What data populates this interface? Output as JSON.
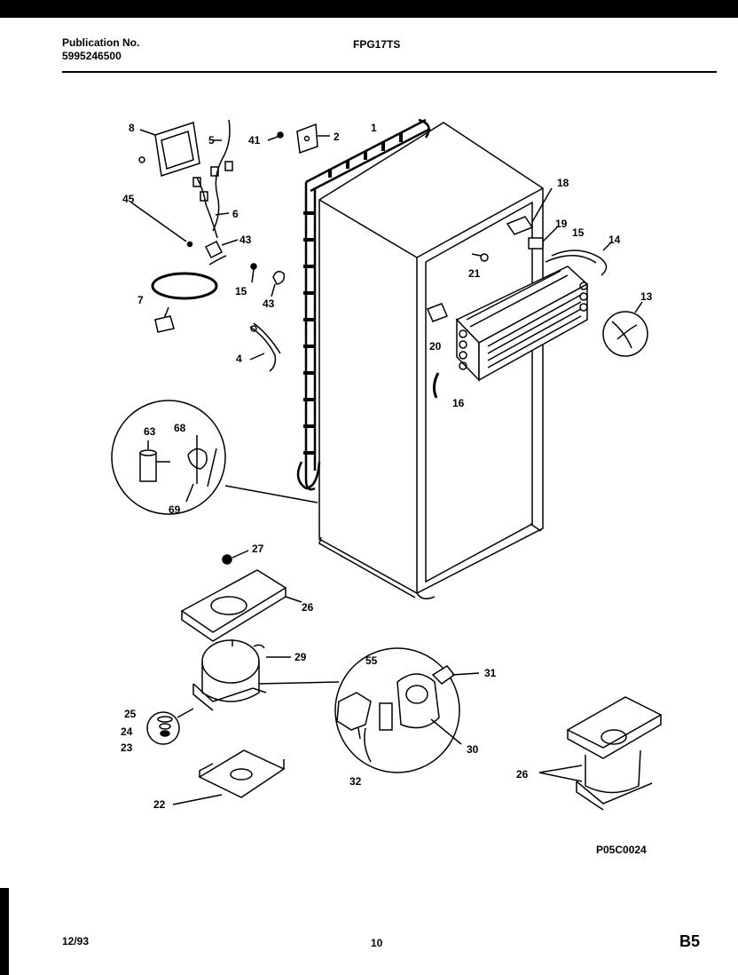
{
  "header": {
    "publication_label": "Publication No.",
    "publication_number": "5995246500",
    "model": "FPG17TS"
  },
  "footer": {
    "date": "12/93",
    "page": "10",
    "section": "B5"
  },
  "figure_code": "P05C0024",
  "callouts": {
    "c1": "1",
    "c2": "2",
    "c4": "4",
    "c5": "5",
    "c6": "6",
    "c7": "7",
    "c8": "8",
    "c13": "13",
    "c14": "14",
    "c15a": "15",
    "c15b": "15",
    "c16": "16",
    "c18": "18",
    "c19": "19",
    "c20": "20",
    "c21": "21",
    "c22": "22",
    "c23": "23",
    "c24": "24",
    "c25": "25",
    "c26a": "26",
    "c26b": "26",
    "c27": "27",
    "c29": "29",
    "c30": "30",
    "c31": "31",
    "c32": "32",
    "c41": "41",
    "c43a": "43",
    "c43b": "43",
    "c45": "45",
    "c55": "55",
    "c63": "63",
    "c68": "68",
    "c69": "69"
  }
}
